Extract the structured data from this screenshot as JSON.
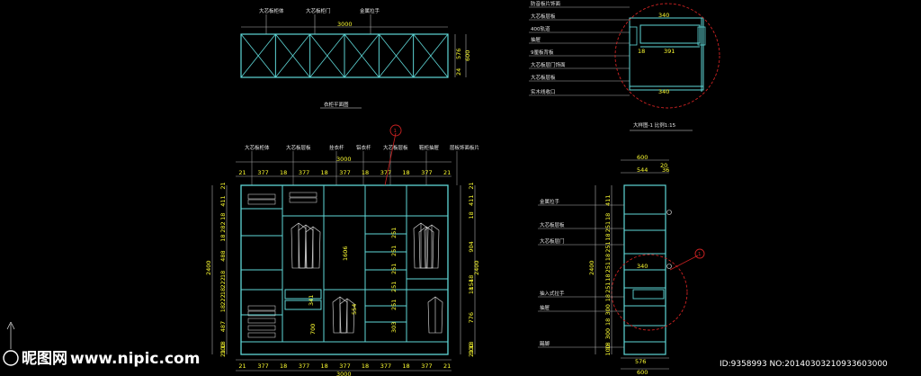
{
  "colors": {
    "background": "#000000",
    "cabinet": "#5fd7d7",
    "dimension": "#ffff33",
    "text": "#e8e8e8",
    "annotation_red": "#cc2222",
    "leader": "#b0b0b0"
  },
  "top_view": {
    "labels": [
      "大芯板柜体",
      "大芯板柜门",
      "金属拉手"
    ],
    "width_total": "3000",
    "right_dims": [
      "600",
      "576",
      "24"
    ],
    "caption": "衣柜平面图"
  },
  "detail_view": {
    "labels": [
      "防音板片饰面",
      "大芯板层板",
      "400轨道",
      "抽屉",
      "9厘板背板",
      "大芯板层门饰面",
      "大芯板层板",
      "实木线收口"
    ],
    "dims": [
      "340",
      "18",
      "391",
      "340"
    ],
    "caption": "大样图-1 比例1:15"
  },
  "front_view": {
    "top_labels": [
      "大芯板柜体",
      "大芯板层板",
      "挂衣杆",
      "铝衣杆",
      "大芯板层板",
      "鞋柜抽屉",
      "层板饰面板片"
    ],
    "width_total": "3000",
    "top_dims": [
      "21",
      "377",
      "18",
      "377",
      "18",
      "377",
      "18",
      "377",
      "18",
      "377",
      "21"
    ],
    "bottom_dims": [
      "21",
      "377",
      "18",
      "377",
      "18",
      "377",
      "18",
      "377",
      "18",
      "377",
      "21"
    ],
    "bottom_total": "3000",
    "left_dims": [
      "21",
      "411",
      "18",
      "282",
      "18",
      "488",
      "18",
      "222",
      "18",
      "222",
      "18",
      "487",
      "18",
      "100",
      "21"
    ],
    "left_total": "2400",
    "right_dims": [
      "21",
      "411",
      "18",
      "904",
      "18",
      "154",
      "18",
      "776",
      "18",
      "100",
      "21"
    ],
    "right_total": "2400",
    "inner_dims": [
      "251",
      "251",
      "251",
      "251",
      "251",
      "303",
      "1606",
      "341",
      "554",
      "700"
    ],
    "marker": "1"
  },
  "side_view": {
    "top_dims": [
      "600",
      "20",
      "544",
      "36"
    ],
    "labels": [
      "金属拉手",
      "大芯板层板",
      "大芯板层门",
      "抽入式拉手",
      "抽屉",
      "踢脚"
    ],
    "left_dims": [
      "411",
      "18",
      "251",
      "18",
      "251",
      "18",
      "251",
      "18",
      "251",
      "18",
      "300",
      "18",
      "300",
      "18",
      "100"
    ],
    "left_total": "2400",
    "inner_dims": [
      "340"
    ],
    "bottom_dims": [
      "576",
      "600"
    ],
    "marker": "1"
  },
  "watermark": {
    "brand": "昵图网",
    "url": "www.nipic.com",
    "id_line": "ID:9358993 NO:20140303210933603000"
  }
}
